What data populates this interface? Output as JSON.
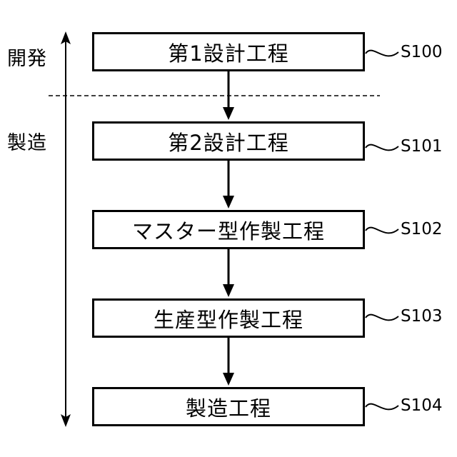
{
  "phases": {
    "development": "開発",
    "manufacturing": "製造"
  },
  "steps": [
    {
      "label": "第1設計工程",
      "code": "S100"
    },
    {
      "label": "第2設計工程",
      "code": "S101"
    },
    {
      "label": "マスター型作製工程",
      "code": "S102"
    },
    {
      "label": "生産型作製工程",
      "code": "S103"
    },
    {
      "label": "製造工程",
      "code": "S104"
    }
  ]
}
